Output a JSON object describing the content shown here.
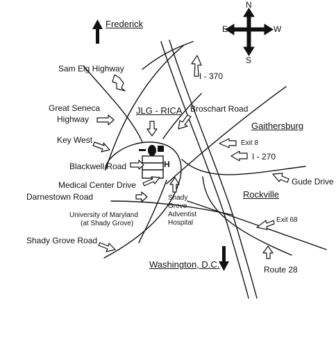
{
  "compass": {
    "n": "N",
    "s": "S",
    "e": "E",
    "w": "W"
  },
  "places": {
    "frederick": "Frederick",
    "gaithersburg": "Gaithersburg",
    "rockville": "Rockville",
    "washington": "Washington, D.C.",
    "jlg": "JLG - RICA"
  },
  "roads": {
    "sam_eig": "Sam Eig Highway",
    "i370": "I - 370",
    "great_seneca_1": "Great Seneca",
    "great_seneca_2": "Highway",
    "broschart": "Broschart Road",
    "key_west": "Key West",
    "exit8": "Exit 8",
    "i270": "I - 270",
    "blackwell": "Blackwell Road",
    "gude": "Gude Drive",
    "medical_center": "Medical Center Drive",
    "darnestown": "Darnestown Road",
    "exit68": "Exit 68",
    "shady_grove_road": "Shady Grove Road",
    "route28": "Route 28"
  },
  "landmarks": {
    "umd_1": "University of Maryland",
    "umd_2": "(at Shady Grove)",
    "hospital_1": "Shady",
    "hospital_2": "Grove",
    "hospital_3": "Adventist",
    "hospital_4": "Hospital",
    "hospital_marker": "H"
  }
}
